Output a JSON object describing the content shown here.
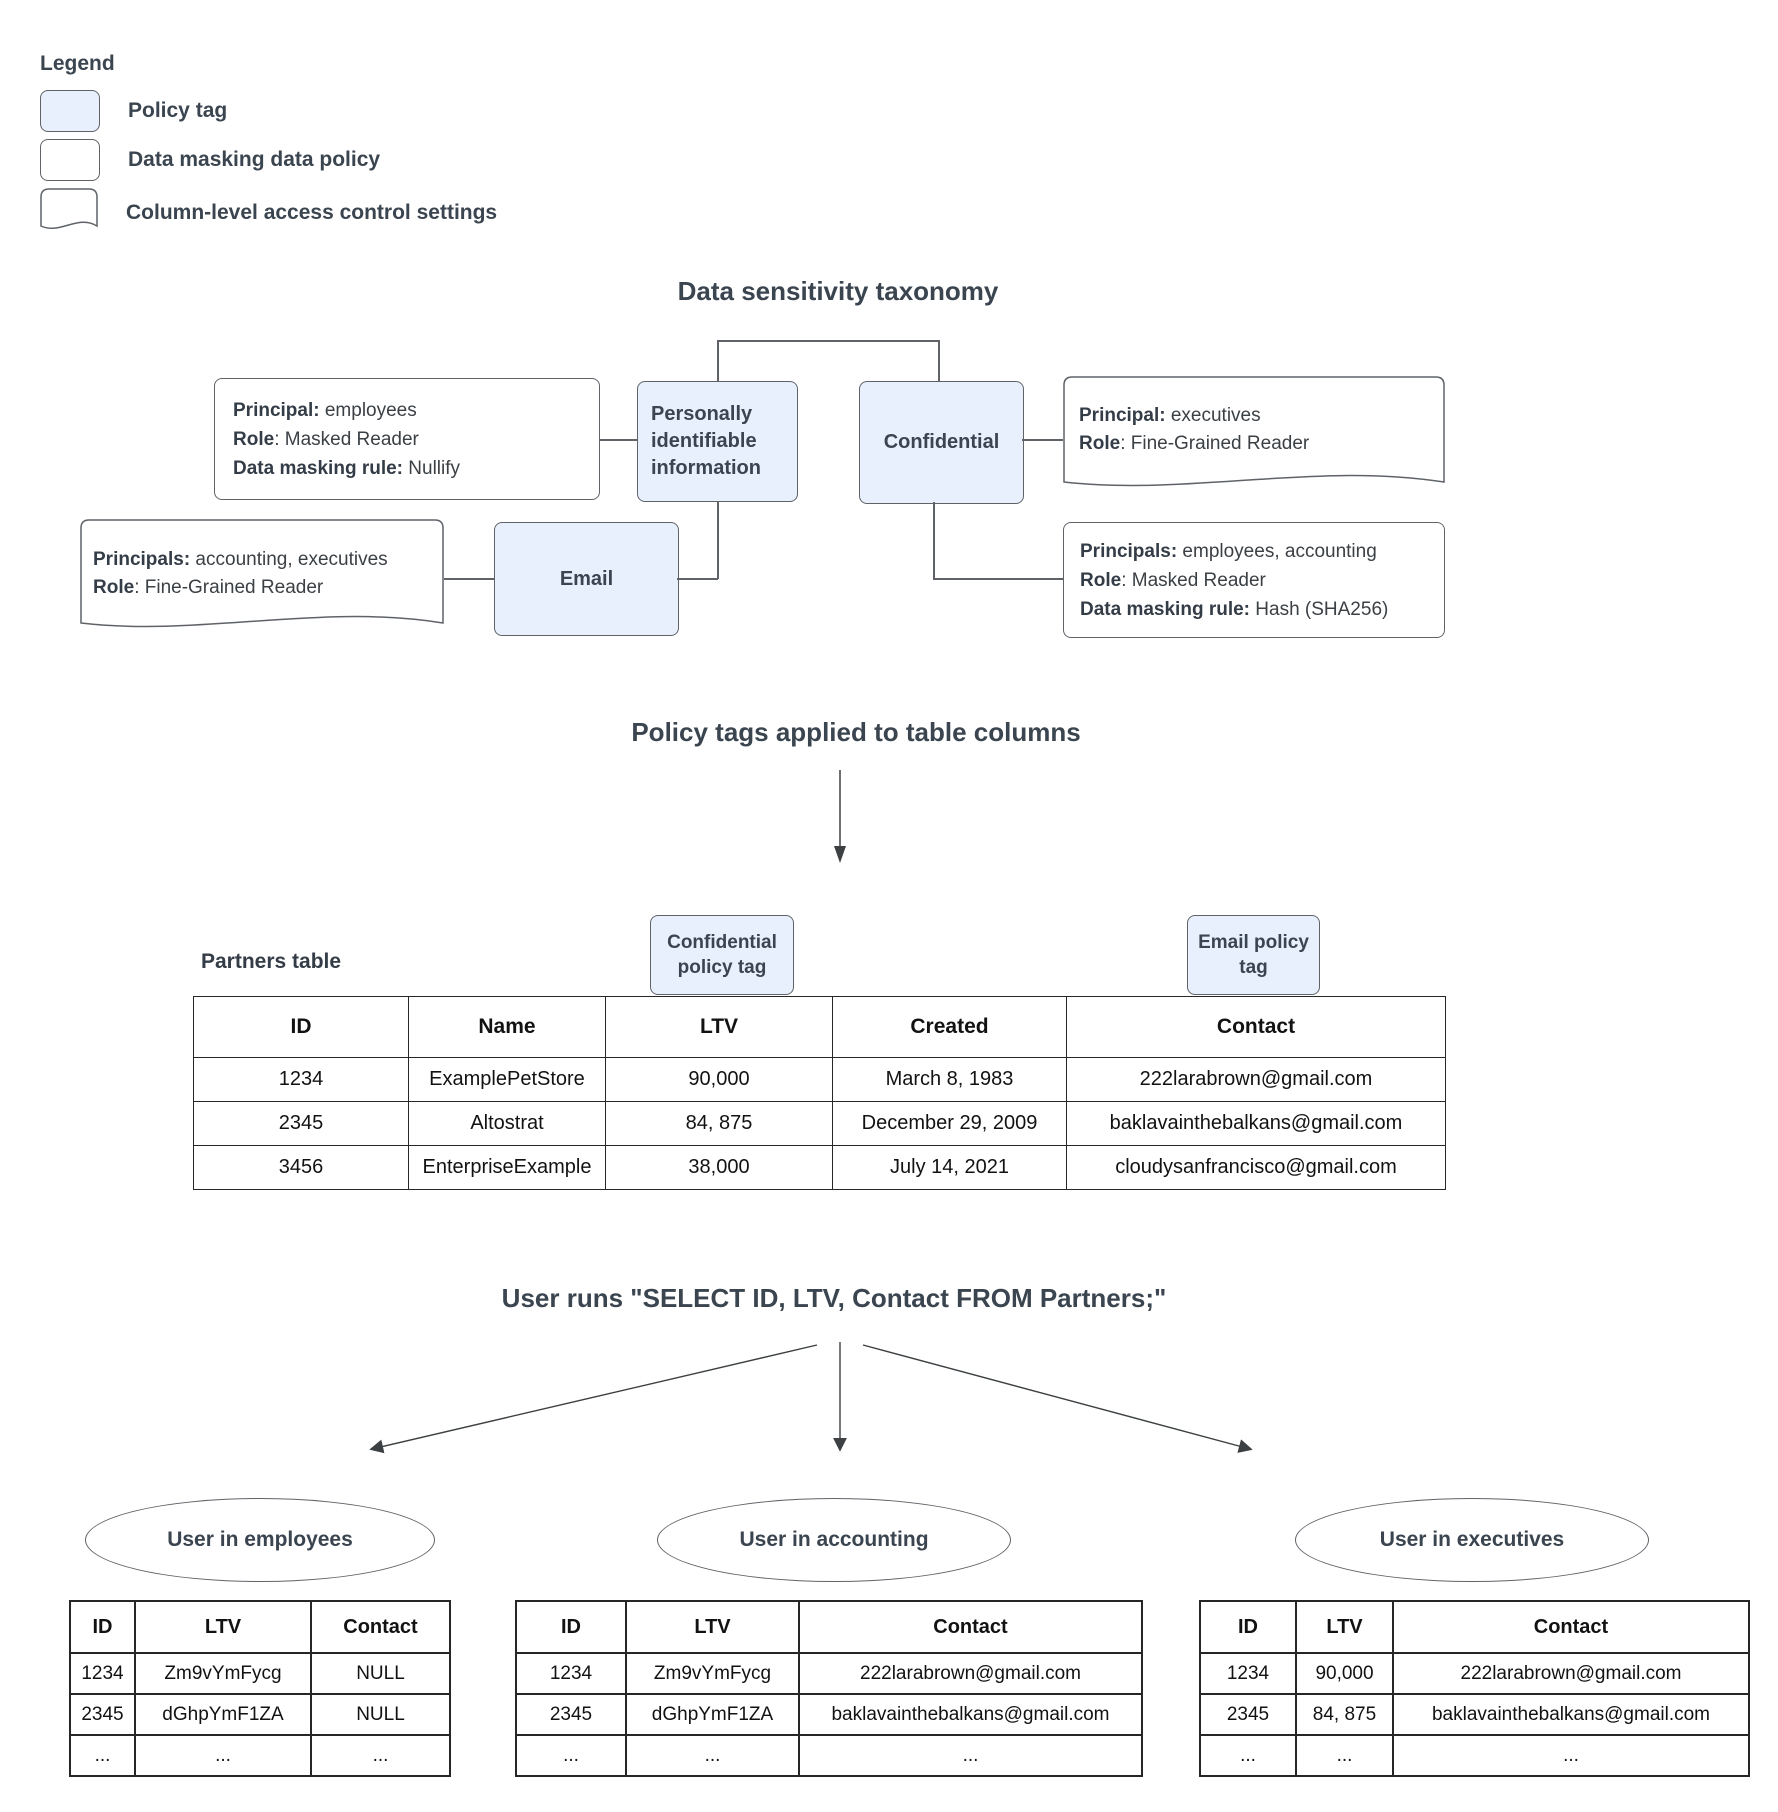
{
  "legend": {
    "title": "Legend",
    "items": [
      {
        "label": "Policy tag"
      },
      {
        "label": "Data masking data policy"
      },
      {
        "label": "Column-level access control settings"
      }
    ]
  },
  "taxonomy": {
    "title": "Data sensitivity taxonomy",
    "nodes": {
      "pii": "Personally identifiable information",
      "confidential": "Confidential",
      "email": "Email"
    },
    "notes": {
      "pii_masking": {
        "lines": [
          {
            "label": "Principal:",
            "value": " employees"
          },
          {
            "label": "Role",
            "value": ": Masked Reader"
          },
          {
            "label": "Data masking rule:",
            "value": " Nullify"
          }
        ]
      },
      "email_access": {
        "lines": [
          {
            "label": "Principals:",
            "value": " accounting, executives"
          },
          {
            "label": "Role",
            "value": ": Fine-Grained Reader"
          }
        ]
      },
      "confidential_access": {
        "lines": [
          {
            "label": "Principal:",
            "value": " executives"
          },
          {
            "label": "Role",
            "value": ": Fine-Grained Reader"
          }
        ]
      },
      "confidential_masking": {
        "lines": [
          {
            "label": "Principals:",
            "value": " employees, accounting"
          },
          {
            "label": "Role",
            "value": ": Masked Reader"
          },
          {
            "label": "Data masking rule:",
            "value": " Hash (SHA256)"
          }
        ]
      }
    }
  },
  "policy_section": {
    "title": "Policy tags applied to table columns",
    "table_label": "Partners table",
    "tags": {
      "confidential": "Confidential policy tag",
      "email": "Email policy tag"
    },
    "partners_table": {
      "headers": [
        "ID",
        "Name",
        "LTV",
        "Created",
        "Contact"
      ],
      "rows": [
        [
          "1234",
          "ExamplePetStore",
          "90,000",
          "March 8, 1983",
          "222larabrown@gmail.com"
        ],
        [
          "2345",
          "Altostrat",
          "84, 875",
          "December 29, 2009",
          "baklavainthebalkans@gmail.com"
        ],
        [
          "3456",
          "EnterpriseExample",
          "38,000",
          "July 14, 2021",
          "cloudysanfrancisco@gmail.com"
        ]
      ]
    }
  },
  "query_section": {
    "title": "User runs \"SELECT ID, LTV, Contact FROM Partners;\"",
    "results": [
      {
        "user": "User in employees",
        "headers": [
          "ID",
          "LTV",
          "Contact"
        ],
        "rows": [
          [
            "1234",
            "Zm9vYmFycg",
            "NULL"
          ],
          [
            "2345",
            "dGhpYmF1ZA",
            "NULL"
          ],
          [
            "...",
            "...",
            "..."
          ]
        ]
      },
      {
        "user": "User in accounting",
        "headers": [
          "ID",
          "LTV",
          "Contact"
        ],
        "rows": [
          [
            "1234",
            "Zm9vYmFycg",
            "222larabrown@gmail.com"
          ],
          [
            "2345",
            "dGhpYmF1ZA",
            "baklavainthebalkans@gmail.com"
          ],
          [
            "...",
            "...",
            "..."
          ]
        ]
      },
      {
        "user": "User in executives",
        "headers": [
          "ID",
          "LTV",
          "Contact"
        ],
        "rows": [
          [
            "1234",
            "90,000",
            "222larabrown@gmail.com"
          ],
          [
            "2345",
            "84, 875",
            "baklavainthebalkans@gmail.com"
          ],
          [
            "...",
            "...",
            "..."
          ]
        ]
      }
    ]
  },
  "colors": {
    "policy_tag_fill": "#e8f0fe",
    "shape_border": "#5f6368",
    "heading_text": "#3b4550",
    "table_border": "#262626",
    "table_text": "#121212",
    "connector": "#5f6368"
  }
}
